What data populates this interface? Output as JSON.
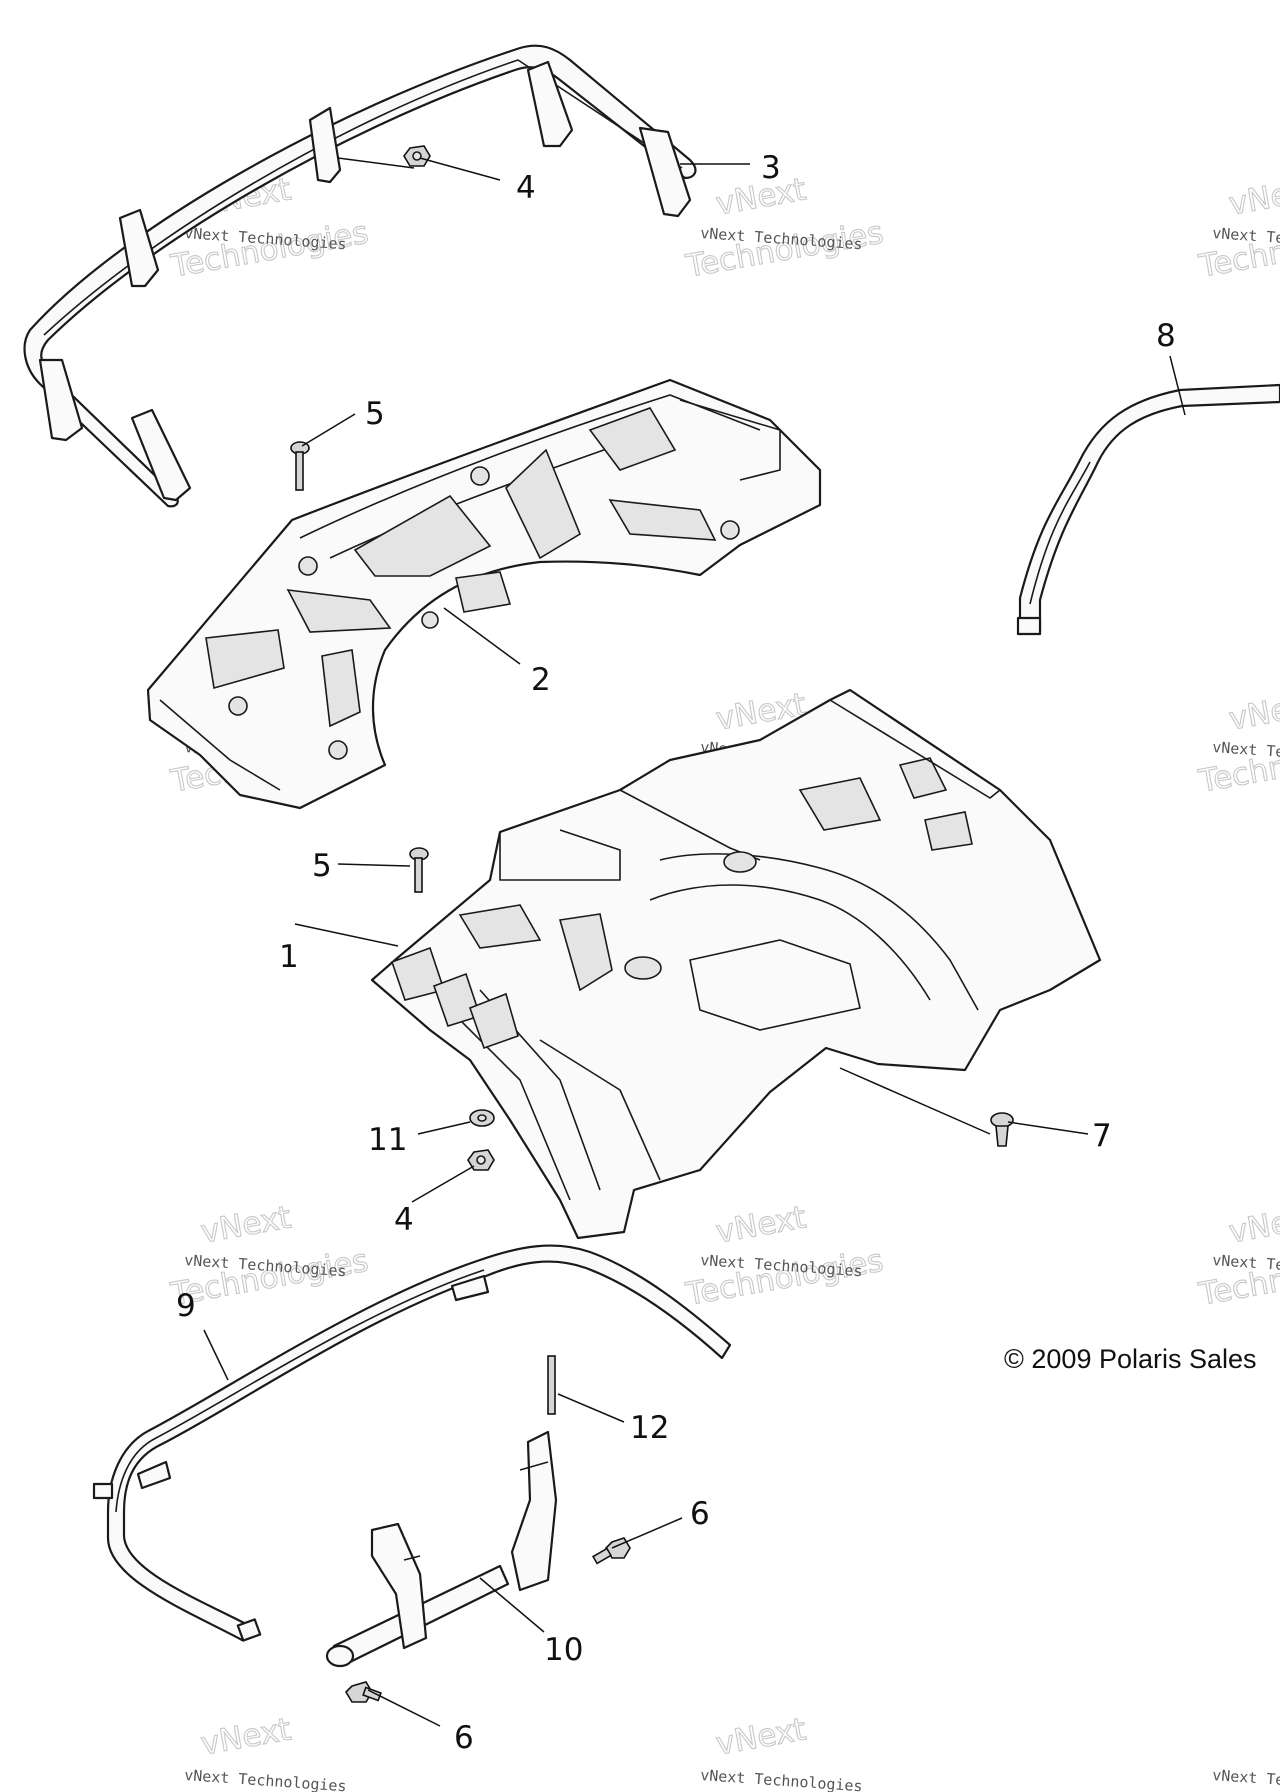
{
  "diagram": {
    "callouts": {
      "c1": "1",
      "c2": "2",
      "c3": "3",
      "c4a": "4",
      "c4b": "4",
      "c5a": "5",
      "c5b": "5",
      "c6a": "6",
      "c6b": "6",
      "c7": "7",
      "c8": "8",
      "c9": "9",
      "c10": "10",
      "c11": "11",
      "c12": "12"
    },
    "copyright": "© 2009 Polaris Sales",
    "watermark": {
      "small": "vNext Technologies",
      "big_top": "vNext",
      "big_bottom": "Technologies"
    }
  }
}
